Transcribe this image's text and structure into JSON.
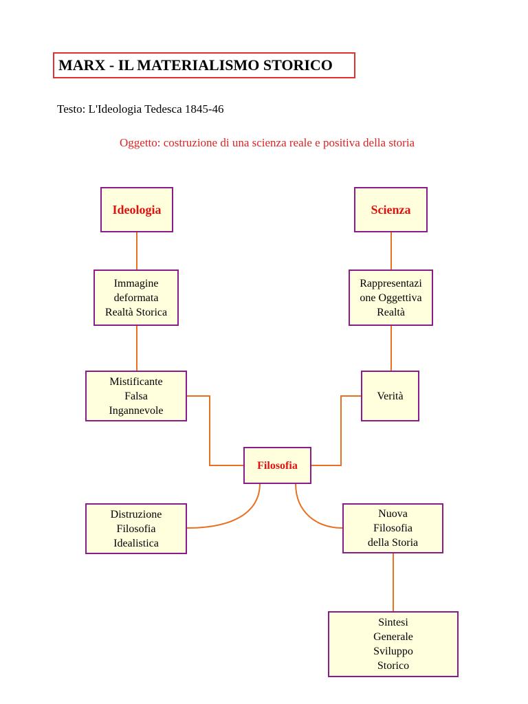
{
  "title": "MARX - IL MATERIALISMO STORICO",
  "testo": "Testo: L'Ideologia Tedesca 1845-46",
  "oggetto": "Oggetto: costruzione di una scienza reale e positiva della storia",
  "colors": {
    "title_border": "#e03030",
    "node_fill": "#ffffdd",
    "node_border": "#8b1a8b",
    "connector": "#e87020",
    "highlight_text": "#e01010"
  },
  "nodes": {
    "ideologia": "Ideologia",
    "scienza": "Scienza",
    "immagine": "Immagine\ndeformata\nRealtà Storica",
    "rappresentazione": "Rappresentazi\none Oggettiva\nRealtà",
    "mistificante": "Mistificante\nFalsa\nIngannevole",
    "verita": "Verità",
    "filosofia": "Filosofia",
    "distruzione": "Distruzione\nFilosofia\nIdealistica",
    "nuova": "Nuova\nFilosofia\ndella Storia",
    "sintesi": "Sintesi\nGenerale\nSviluppo\nStorico"
  }
}
